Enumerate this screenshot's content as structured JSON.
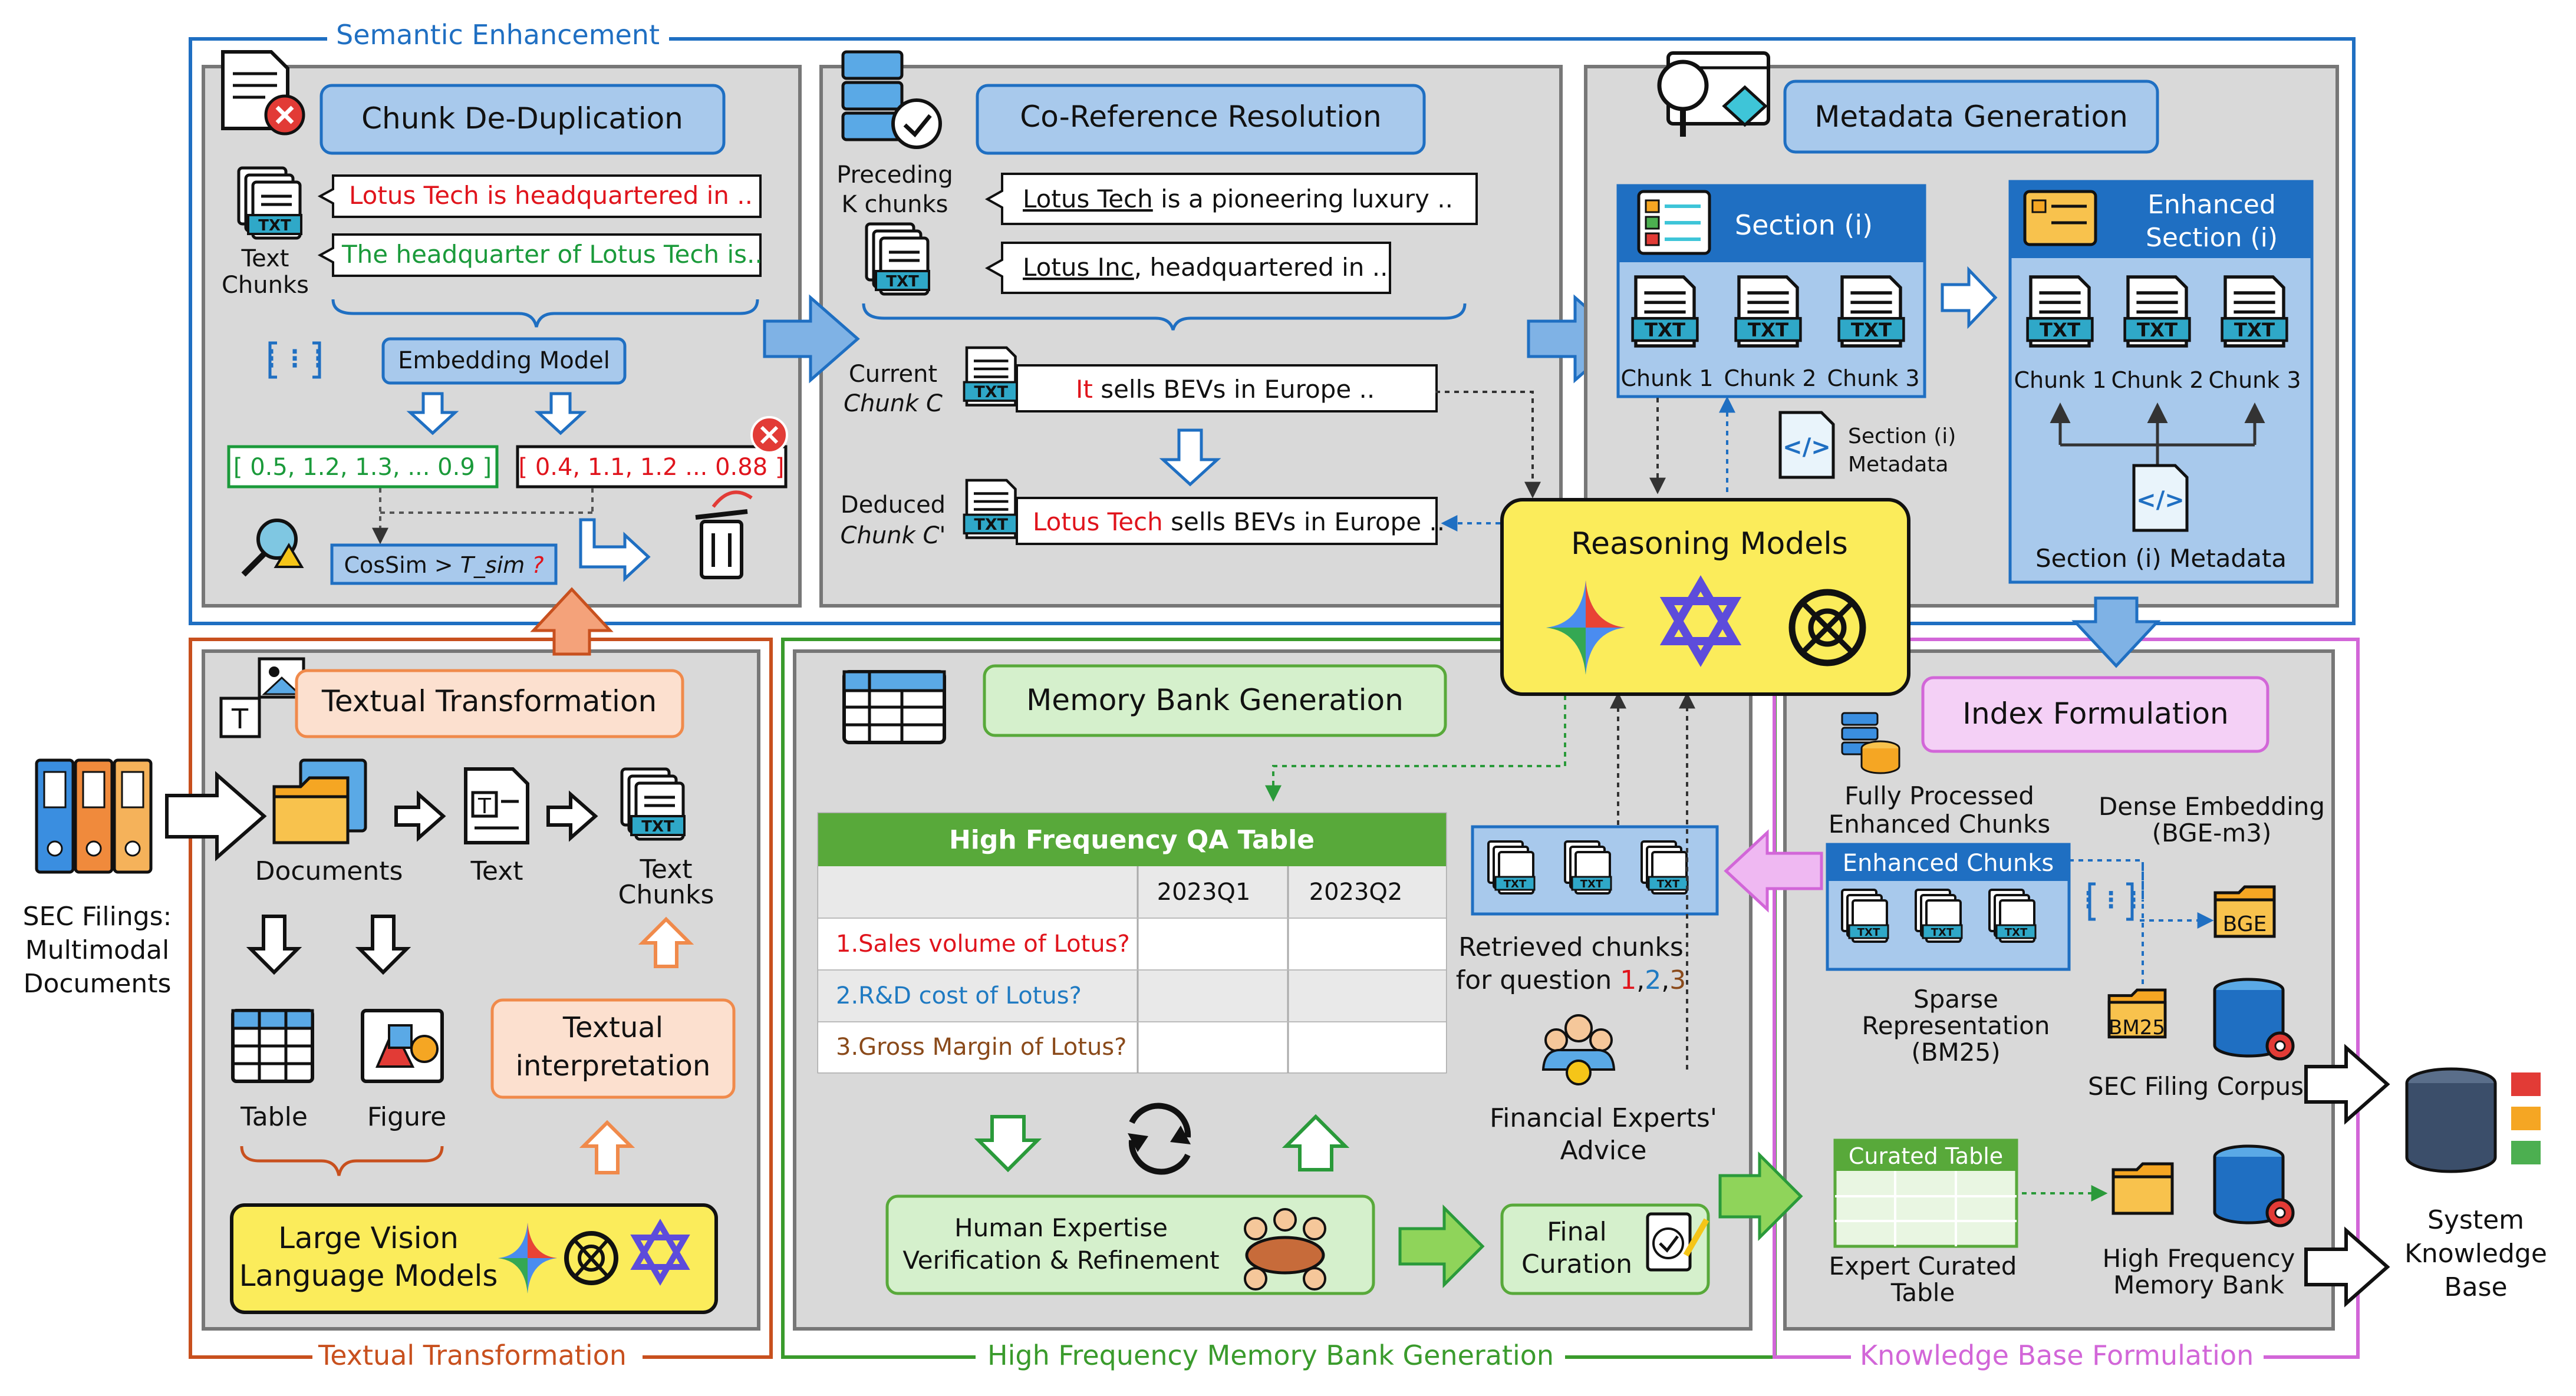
{
  "groups": {
    "semantic": "Semantic Enhancement",
    "textual": "Textual Transformation",
    "memory": "High Frequency Memory Bank Generation",
    "kb": "Knowledge Base Formulation"
  },
  "dedup": {
    "title": "Chunk De-Duplication",
    "text_chunks_label": [
      "Text",
      "Chunks"
    ],
    "chunk_a": "Lotus Tech is headquartered in ..",
    "chunk_b": "The headquarter of Lotus Tech is..",
    "embedding_model": "Embedding Model",
    "vec_a": "[ 0.5, 1.2, 1.3, ... 0.9 ]",
    "vec_b": "[ 0.4, 1.1, 1.2 ... 0.88 ]",
    "cossim_prefix": "CosSim > ",
    "cossim_var": "T_sim",
    "cossim_q": " ?"
  },
  "coref": {
    "title": "Co-Reference Resolution",
    "preceding_label": [
      "Preceding",
      "K chunks"
    ],
    "prev_1_ent": "Lotus Tech",
    "prev_1_rest": " is a pioneering luxury ..",
    "prev_2_ent": "Lotus Inc",
    "prev_2_rest": ", headquartered in ..",
    "current_label": [
      "Current",
      "Chunk C"
    ],
    "current_pron": "It",
    "current_rest": " sells BEVs in Europe ..",
    "deduced_label": [
      "Deduced",
      "Chunk C'"
    ],
    "deduced_ent": "Lotus Tech",
    "deduced_rest": " sells BEVs in Europe .."
  },
  "metadata": {
    "title": "Metadata Generation",
    "section": "Section (i)",
    "enhanced_section": [
      "Enhanced",
      "Section (i)"
    ],
    "chunks": [
      "Chunk 1",
      "Chunk 2",
      "Chunk 3"
    ],
    "section_meta": [
      "Section (i)",
      "Metadata"
    ],
    "section_meta_bottom": "Section (i) Metadata",
    "txt": "TXT"
  },
  "reasoning": {
    "title": "Reasoning Models"
  },
  "textual": {
    "title": "Textual Transformation",
    "documents": "Documents",
    "text": "Text",
    "text_chunks": [
      "Text",
      "Chunks"
    ],
    "table": "Table",
    "figure": "Figure",
    "interpretation": [
      "Textual",
      "interpretation"
    ],
    "lvlm": [
      "Large Vision",
      "Language Models"
    ]
  },
  "sec_filings": [
    "SEC Filings:",
    "Multimodal",
    "Documents"
  ],
  "memory": {
    "title": "Memory Bank Generation",
    "table_title": "High Frequency QA Table",
    "columns": [
      "2023Q1",
      "2023Q2"
    ],
    "rows": [
      "1.Sales volume of Lotus?",
      "2.R&D cost of Lotus?",
      "3.Gross Margin of Lotus?"
    ],
    "human": [
      "Human Expertise",
      "Verification & Refinement"
    ],
    "final": [
      "Final",
      "Curation"
    ],
    "retrieved": [
      "Retrieved chunks",
      "for question "
    ],
    "retrieved_nums": [
      "1",
      ",",
      "2",
      ",",
      "3"
    ],
    "experts": [
      "Financial Experts'",
      "Advice"
    ]
  },
  "kb": {
    "title": "Index Formulation",
    "fully_processed": [
      "Fully Processed",
      "Enhanced Chunks"
    ],
    "enhanced_chunks": "Enhanced Chunks",
    "dense": [
      "Dense Embedding",
      "(BGE-m3)"
    ],
    "bge": "BGE",
    "sparse": [
      "Sparse",
      "Representation",
      "(BM25)"
    ],
    "bm25": "BM25",
    "corpus": "SEC Filing Corpus",
    "curated_table": "Curated Table",
    "expert_table": [
      "Expert Curated",
      "Table"
    ],
    "hf_bank": [
      "High Frequency",
      "Memory Bank"
    ]
  },
  "system_kb": [
    "System",
    "Knowledge",
    "Base"
  ],
  "colors": {
    "blue_frame": "#1f6fc2",
    "orange_frame": "#c8501e",
    "green_frame": "#3a9b2c",
    "magenta_frame": "#d266d8",
    "light_blue": "#a8c9ec",
    "green_header": "#58a93a",
    "yellow": "#fbec5b",
    "red_text": "#e0141c",
    "green_text": "#1a9a3a"
  }
}
